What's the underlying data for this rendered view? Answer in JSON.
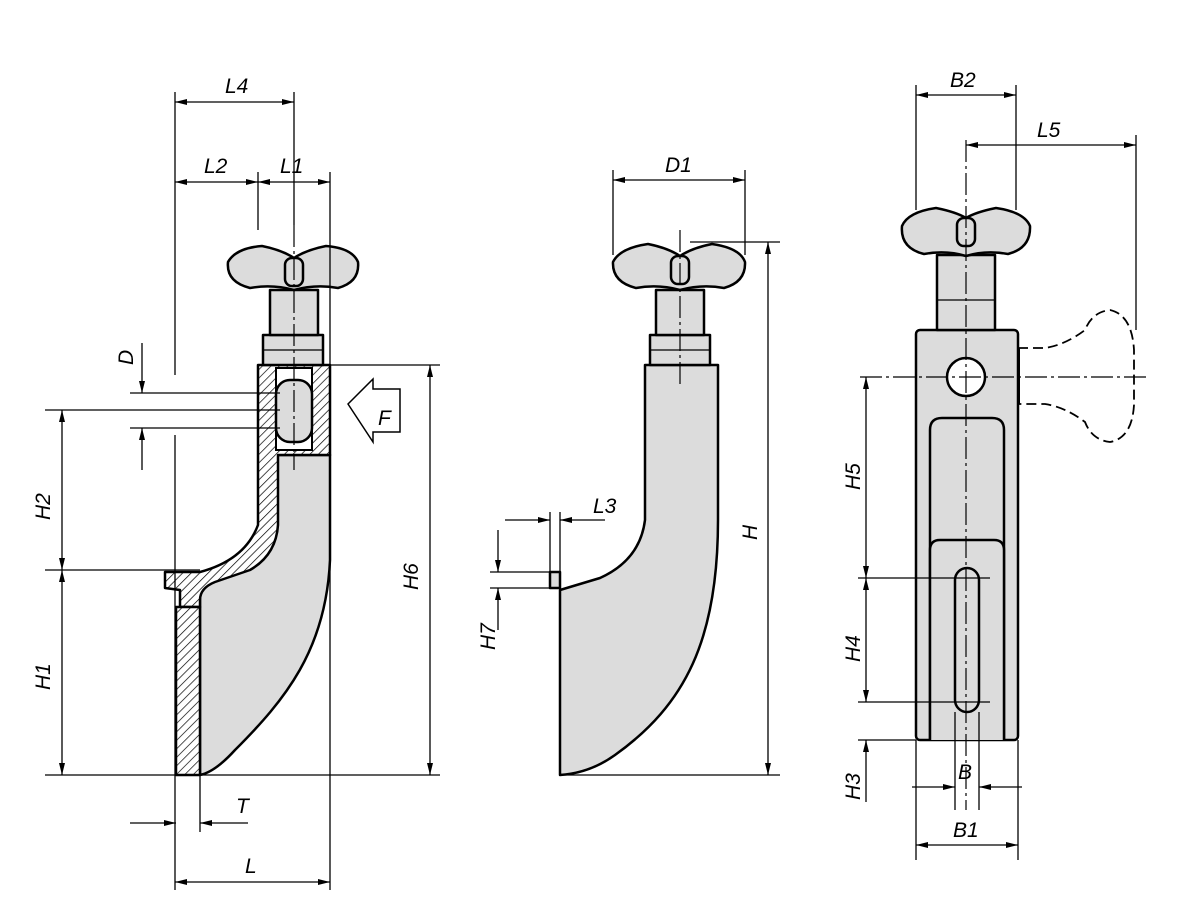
{
  "title": "Clamp technical drawing",
  "colors": {
    "fill": "#dcdcdc",
    "line": "#000000"
  },
  "side_view": {
    "labels": {
      "L4": "L4",
      "L2": "L2",
      "L1": "L1",
      "D": "D",
      "F": "F",
      "H2": "H2",
      "H1": "H1",
      "H6": "H6",
      "T": "T",
      "L": "L"
    }
  },
  "middle_view": {
    "labels": {
      "D1": "D1",
      "L3": "L3",
      "H7": "H7",
      "H": "H"
    }
  },
  "front_view": {
    "labels": {
      "B2": "B2",
      "L5": "L5",
      "H5": "H5",
      "H4": "H4",
      "H3": "H3",
      "B": "B",
      "B1": "B1"
    }
  }
}
